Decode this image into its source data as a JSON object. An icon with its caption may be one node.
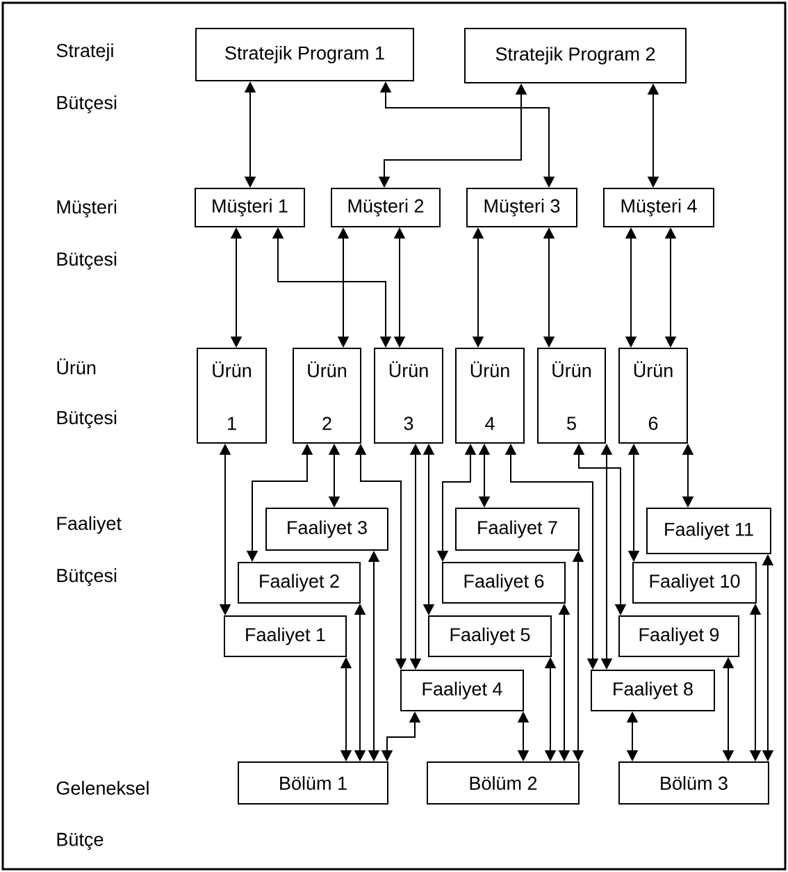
{
  "diagram": {
    "nodes": [
      {
        "text": [
          "Stratejik Program 1"
        ]
      },
      {
        "text": [
          "Stratejik Program 2"
        ]
      },
      {
        "text": [
          "Müşteri 1"
        ]
      },
      {
        "text": [
          "Müşteri 2"
        ]
      },
      {
        "text": [
          "Müşteri 3"
        ]
      },
      {
        "text": [
          "Müşteri 4"
        ]
      },
      {
        "text": [
          "Ürün 1"
        ]
      },
      {
        "text": [
          "Ürün 2"
        ]
      },
      {
        "text": [
          "Ürün 3"
        ]
      },
      {
        "text": [
          "Ürün 4"
        ]
      },
      {
        "text": [
          "Ürün 5"
        ]
      },
      {
        "text": [
          "Ürün 6"
        ]
      },
      {
        "text": [
          "Faaliyet 1"
        ]
      },
      {
        "text": [
          "Faaliyet 2"
        ]
      },
      {
        "text": [
          "Faaliyet 3"
        ]
      },
      {
        "text": [
          "Faaliyet 4"
        ]
      },
      {
        "text": [
          "Faaliyet 5"
        ]
      },
      {
        "text": [
          "Faaliyet 6"
        ]
      },
      {
        "text": [
          "Faaliyet 7"
        ]
      },
      {
        "text": [
          "Faaliyet 8"
        ]
      },
      {
        "text": [
          "Faaliyet 9"
        ]
      },
      {
        "text": [
          "Faaliyet 10"
        ]
      },
      {
        "text": [
          "Faaliyet 11"
        ]
      },
      {
        "text": [
          "Bölüm 1"
        ]
      },
      {
        "text": [
          "Bölüm 2"
        ]
      },
      {
        "text": [
          "Bölüm 3"
        ]
      }
    ],
    "edges": [
      {
        "from": 0,
        "to": 2,
        "arrow": "both"
      },
      {
        "from": 0,
        "to": 4,
        "arrow": "both"
      },
      {
        "from": 1,
        "to": 3,
        "arrow": "both"
      },
      {
        "from": 1,
        "to": 5,
        "arrow": "both"
      },
      {
        "from": 2,
        "to": 6,
        "arrow": "both"
      },
      {
        "from": 2,
        "to": 8,
        "arrow": "both"
      },
      {
        "from": 3,
        "to": 7,
        "arrow": "both"
      },
      {
        "from": 3,
        "to": 8,
        "arrow": "both"
      },
      {
        "from": 4,
        "to": 9,
        "arrow": "both"
      },
      {
        "from": 4,
        "to": 10,
        "arrow": "both"
      },
      {
        "from": 5,
        "to": 11,
        "arrow": "both"
      },
      {
        "from": 5,
        "to": 11,
        "arrow": "both"
      },
      {
        "from": 6,
        "to": 12,
        "arrow": "both"
      },
      {
        "from": 7,
        "to": 13,
        "arrow": "both"
      },
      {
        "from": 7,
        "to": 14,
        "arrow": "both"
      },
      {
        "from": 7,
        "to": 15,
        "arrow": "both"
      },
      {
        "from": 8,
        "to": 15,
        "arrow": "both"
      },
      {
        "from": 8,
        "to": 16,
        "arrow": "both"
      },
      {
        "from": 9,
        "to": 17,
        "arrow": "both"
      },
      {
        "from": 9,
        "to": 18,
        "arrow": "both"
      },
      {
        "from": 9,
        "to": 19,
        "arrow": "both"
      },
      {
        "from": 10,
        "to": 20,
        "arrow": "both"
      },
      {
        "from": 10,
        "to": 19,
        "arrow": "both"
      },
      {
        "from": 11,
        "to": 21,
        "arrow": "both"
      },
      {
        "from": 11,
        "to": 22,
        "arrow": "both"
      },
      {
        "from": 12,
        "to": 23,
        "arrow": "both"
      },
      {
        "from": 13,
        "to": 23,
        "arrow": "both"
      },
      {
        "from": 14,
        "to": 23,
        "arrow": "both"
      },
      {
        "from": 15,
        "to": 23,
        "arrow": "both"
      },
      {
        "from": 15,
        "to": 24,
        "arrow": "both"
      },
      {
        "from": 16,
        "to": 24,
        "arrow": "both"
      },
      {
        "from": 17,
        "to": 24,
        "arrow": "both"
      },
      {
        "from": 18,
        "to": 24,
        "arrow": "both"
      },
      {
        "from": 19,
        "to": 25,
        "arrow": "both"
      },
      {
        "from": 20,
        "to": 25,
        "arrow": "both"
      },
      {
        "from": 21,
        "to": 25,
        "arrow": "both"
      },
      {
        "from": 22,
        "to": 25,
        "arrow": "both"
      }
    ],
    "labels": [
      "Strateji",
      "Bütçesi",
      "Müşteri",
      "Bütçesi",
      "Ürün",
      "Bütçesi",
      "Faaliyet",
      "Bütçesi",
      "Geleneksel",
      "Bütçe"
    ]
  }
}
